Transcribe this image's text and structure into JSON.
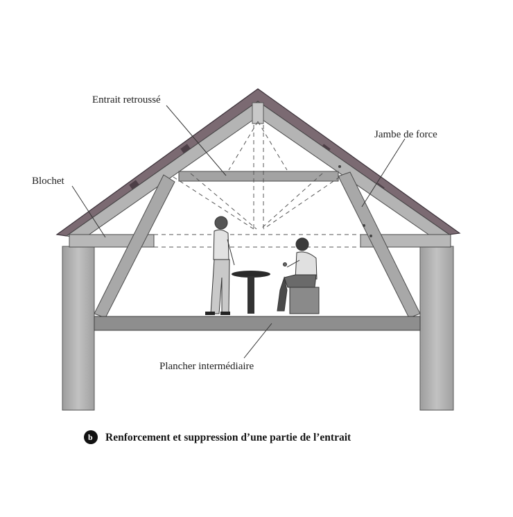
{
  "labels": {
    "entrait_retrousse": "Entrait retroussé",
    "jambe_de_force": "Jambe de force",
    "blochet": "Blochet",
    "plancher": "Plancher intermédiaire"
  },
  "caption": {
    "badge": "b",
    "text": "Renforcement et suppression d’une partie de l’entrait"
  },
  "colors": {
    "timber": "#a6a6a6",
    "timber_dark": "#8c8c8c",
    "roof": "#7b6a72",
    "line": "#3a3a3a"
  }
}
